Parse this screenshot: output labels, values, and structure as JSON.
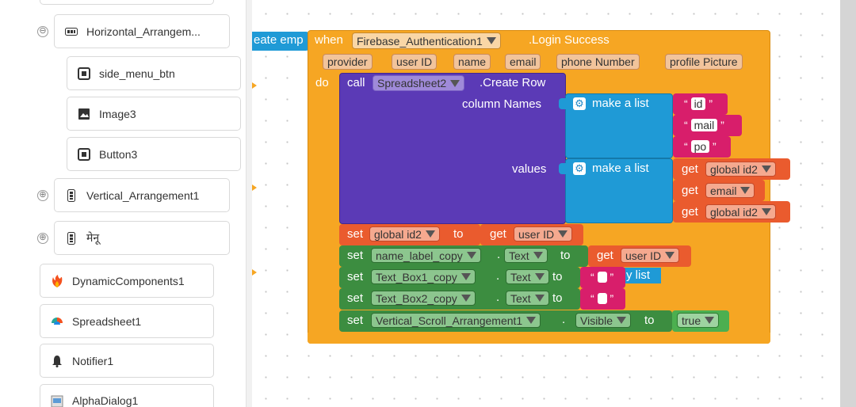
{
  "components": [
    {
      "label": "",
      "icon": "component-icon"
    },
    {
      "label": "Horizontal_Arrangem...",
      "icon": "horizontal-arrangement-icon",
      "toggle": "⊖"
    },
    {
      "label": "side_menu_btn",
      "icon": "button-icon"
    },
    {
      "label": "Image3",
      "icon": "image-icon"
    },
    {
      "label": "Button3",
      "icon": "button-icon"
    },
    {
      "label": "Vertical_Arrangement1",
      "icon": "vertical-arrangement-icon",
      "toggle": "⊕"
    },
    {
      "label": "मेनू",
      "icon": "vertical-arrangement-icon",
      "toggle": "⊕"
    },
    {
      "label": "DynamicComponents1",
      "icon": "dynamic-components-icon"
    },
    {
      "label": "Spreadsheet1",
      "icon": "spreadsheet-icon"
    },
    {
      "label": "Notifier1",
      "icon": "bell-icon"
    },
    {
      "label": "AlphaDialog1",
      "icon": "dialog-icon"
    }
  ],
  "workspace": {
    "partial_block_text": "eate emp",
    "event": {
      "when_label": "when",
      "component": "Firebase_Authentication1",
      "event_name": ".Login Success",
      "params": [
        "provider",
        "user ID",
        "name",
        "email",
        "phone Number",
        "profile Picture"
      ],
      "do_label": "do"
    },
    "call": {
      "call_label": "call",
      "component": "Spreadsheet2",
      "method": ".Create Row",
      "column_names_label": "column Names",
      "values_label": "values",
      "make_list_label": "make a list",
      "column_names": [
        "id",
        "mail",
        "po"
      ],
      "values": [
        "global id2",
        "email",
        "global id2"
      ],
      "get_label": "get"
    },
    "hidden_fragment": "y list",
    "set_global": {
      "set_label": "set",
      "var": "global id2",
      "to_label": "to",
      "get_label": "get",
      "value": "user ID"
    },
    "set_rows": [
      {
        "set_label": "set",
        "component": "name_label_copy",
        "prop": "Text",
        "to_label": "to",
        "value_kind": "get",
        "get_label": "get",
        "value": "user ID"
      },
      {
        "set_label": "set",
        "component": "Text_Box1_copy",
        "prop": "Text",
        "to_label": "to",
        "value_kind": "text",
        "value": ""
      },
      {
        "set_label": "set",
        "component": "Text_Box2_copy",
        "prop": "Text",
        "to_label": "to",
        "value_kind": "text",
        "value": ""
      },
      {
        "set_label": "set",
        "component": "Vertical_Scroll_Arrangement1",
        "prop": "Visible",
        "to_label": "to",
        "value_kind": "bool",
        "value": "true"
      }
    ],
    "dot_label": "."
  },
  "colors": {
    "event_orange": "#f6a623",
    "param_fill": "#f2c49b",
    "procedure_purple": "#5b3ab6",
    "list_blue": "#1f9ad6",
    "text_pink": "#d81e6b",
    "variable_orange": "#ea5b2e",
    "component_green": "#3c8d40",
    "logic_green": "#4caf50"
  }
}
